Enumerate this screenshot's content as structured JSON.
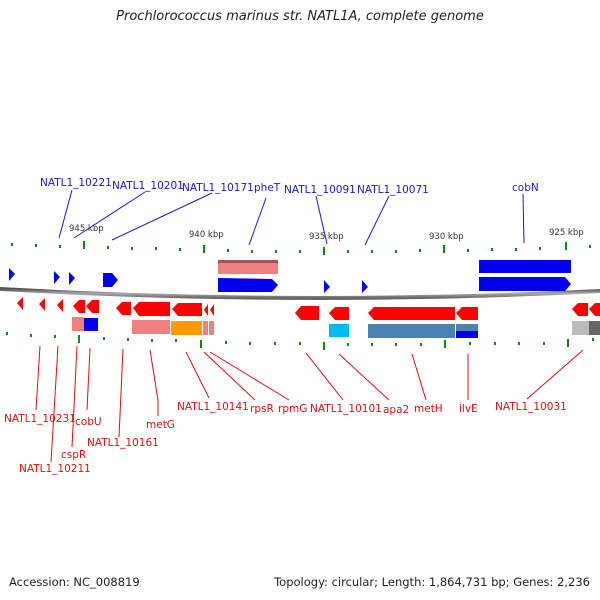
{
  "title": "Prochlorococcus marinus str. NATL1A, complete genome",
  "footer": {
    "accession": "Accession: NC_008819",
    "info": "Topology: circular; Length: 1,864,731 bp; Genes: 2,236"
  },
  "colors": {
    "forward": "#0000ee",
    "reverse": "#ff0000",
    "label_top": "#1a1acc",
    "label_bottom": "#dd1111",
    "tick": "#118811",
    "backbone": "#888888"
  },
  "scale_labels": [
    "945 kbp",
    "940 kbp",
    "935 kbp",
    "930 kbp",
    "925 kbp"
  ],
  "top_labels": [
    "NATL1_10221",
    "NATL1_10201",
    "NATL1_10171",
    "pheT",
    "NATL1_10091",
    "NATL1_10071",
    "cobN"
  ],
  "bottom_labels": [
    "NATL1_10231",
    "NATL1_10211",
    "cspR",
    "cobU",
    "NATL1_10161",
    "metG",
    "NATL1_10141",
    "rpsR",
    "rpmG",
    "NATL1_10101",
    "apa2",
    "metH",
    "ilvE",
    "NATL1_10031"
  ]
}
